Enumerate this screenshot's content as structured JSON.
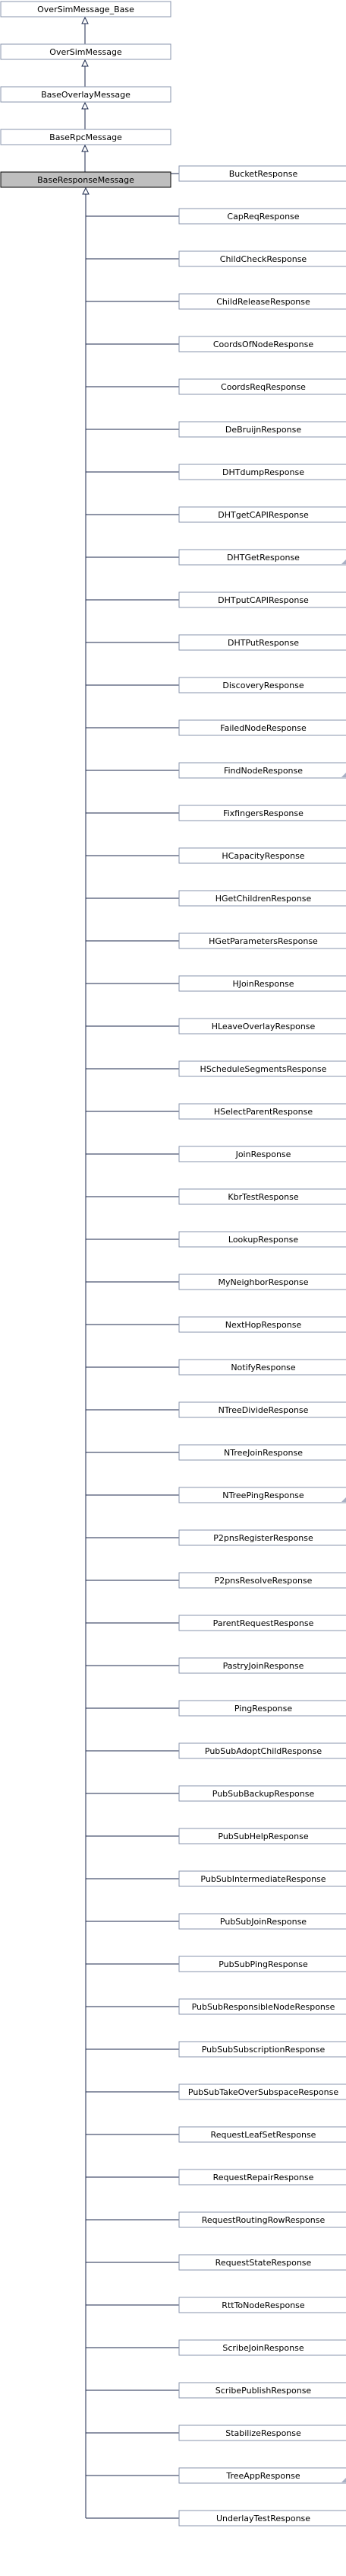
{
  "chain": [
    "OverSimMessage_Base",
    "OverSimMessage",
    "BaseOverlayMessage",
    "BaseRpcMessage",
    "BaseResponseMessage"
  ],
  "current": "BaseResponseMessage",
  "children": [
    {
      "label": "BucketResponse"
    },
    {
      "label": "CapReqResponse"
    },
    {
      "label": "ChildCheckResponse"
    },
    {
      "label": "ChildReleaseResponse"
    },
    {
      "label": "CoordsOfNodeResponse"
    },
    {
      "label": "CoordsReqResponse"
    },
    {
      "label": "DeBruijnResponse"
    },
    {
      "label": "DHTdumpResponse"
    },
    {
      "label": "DHTgetCAPIResponse"
    },
    {
      "label": "DHTGetResponse",
      "more": true
    },
    {
      "label": "DHTputCAPIResponse"
    },
    {
      "label": "DHTPutResponse"
    },
    {
      "label": "DiscoveryResponse"
    },
    {
      "label": "FailedNodeResponse"
    },
    {
      "label": "FindNodeResponse",
      "more": true
    },
    {
      "label": "FixfingersResponse"
    },
    {
      "label": "HCapacityResponse"
    },
    {
      "label": "HGetChildrenResponse"
    },
    {
      "label": "HGetParametersResponse"
    },
    {
      "label": "HJoinResponse"
    },
    {
      "label": "HLeaveOverlayResponse"
    },
    {
      "label": "HScheduleSegmentsResponse"
    },
    {
      "label": "HSelectParentResponse"
    },
    {
      "label": "JoinResponse"
    },
    {
      "label": "KbrTestResponse"
    },
    {
      "label": "LookupResponse"
    },
    {
      "label": "MyNeighborResponse"
    },
    {
      "label": "NextHopResponse"
    },
    {
      "label": "NotifyResponse"
    },
    {
      "label": "NTreeDivideResponse"
    },
    {
      "label": "NTreeJoinResponse"
    },
    {
      "label": "NTreePingResponse",
      "more": true
    },
    {
      "label": "P2pnsRegisterResponse"
    },
    {
      "label": "P2pnsResolveResponse"
    },
    {
      "label": "ParentRequestResponse"
    },
    {
      "label": "PastryJoinResponse"
    },
    {
      "label": "PingResponse"
    },
    {
      "label": "PubSubAdoptChildResponse"
    },
    {
      "label": "PubSubBackupResponse"
    },
    {
      "label": "PubSubHelpResponse"
    },
    {
      "label": "PubSubIntermediateResponse"
    },
    {
      "label": "PubSubJoinResponse"
    },
    {
      "label": "PubSubPingResponse"
    },
    {
      "label": "PubSubResponsibleNodeResponse"
    },
    {
      "label": "PubSubSubscriptionResponse"
    },
    {
      "label": "PubSubTakeOverSubspaceResponse"
    },
    {
      "label": "RequestLeafSetResponse"
    },
    {
      "label": "RequestRepairResponse"
    },
    {
      "label": "RequestRoutingRowResponse"
    },
    {
      "label": "RequestStateResponse"
    },
    {
      "label": "RttToNodeResponse"
    },
    {
      "label": "ScribeJoinResponse"
    },
    {
      "label": "ScribePublishResponse"
    },
    {
      "label": "StabilizeResponse"
    },
    {
      "label": "TreeAppResponse",
      "more": true
    },
    {
      "label": "UnderlayTestResponse"
    }
  ]
}
